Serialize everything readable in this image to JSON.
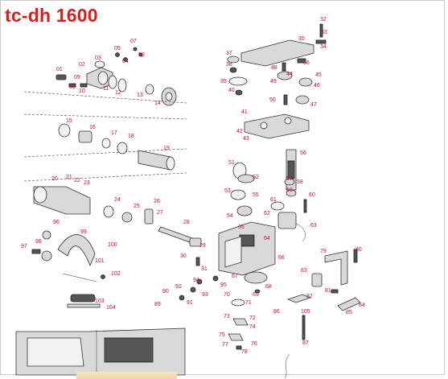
{
  "title": "tc-dh 1600",
  "colors": {
    "title": "#d81e1e",
    "labels": "#c0122c",
    "lines": "#333333"
  },
  "part_labels": [
    "01",
    "02",
    "03",
    "04",
    "05",
    "06",
    "07",
    "08",
    "09",
    "10",
    "11",
    "12",
    "13",
    "14",
    "15",
    "16",
    "17",
    "18",
    "19",
    "20",
    "21",
    "22",
    "23",
    "24",
    "25",
    "26",
    "27",
    "28",
    "29",
    "30",
    "31",
    "32",
    "33",
    "34",
    "35",
    "36",
    "37",
    "38",
    "39",
    "40",
    "41",
    "42",
    "43",
    "44",
    "45",
    "46",
    "47",
    "48",
    "49",
    "50",
    "51",
    "52",
    "53",
    "54",
    "55",
    "56",
    "57",
    "58",
    "59",
    "60",
    "61",
    "62",
    "63",
    "64",
    "65",
    "66",
    "67",
    "68",
    "69",
    "70",
    "71",
    "72",
    "73",
    "74",
    "75",
    "76",
    "77",
    "78",
    "79",
    "80",
    "81",
    "82",
    "83",
    "84",
    "85",
    "86",
    "87",
    "89",
    "90",
    "91",
    "92",
    "93",
    "94",
    "95",
    "96",
    "97",
    "98",
    "99",
    "100",
    "101",
    "102",
    "103",
    "104",
    "105"
  ]
}
